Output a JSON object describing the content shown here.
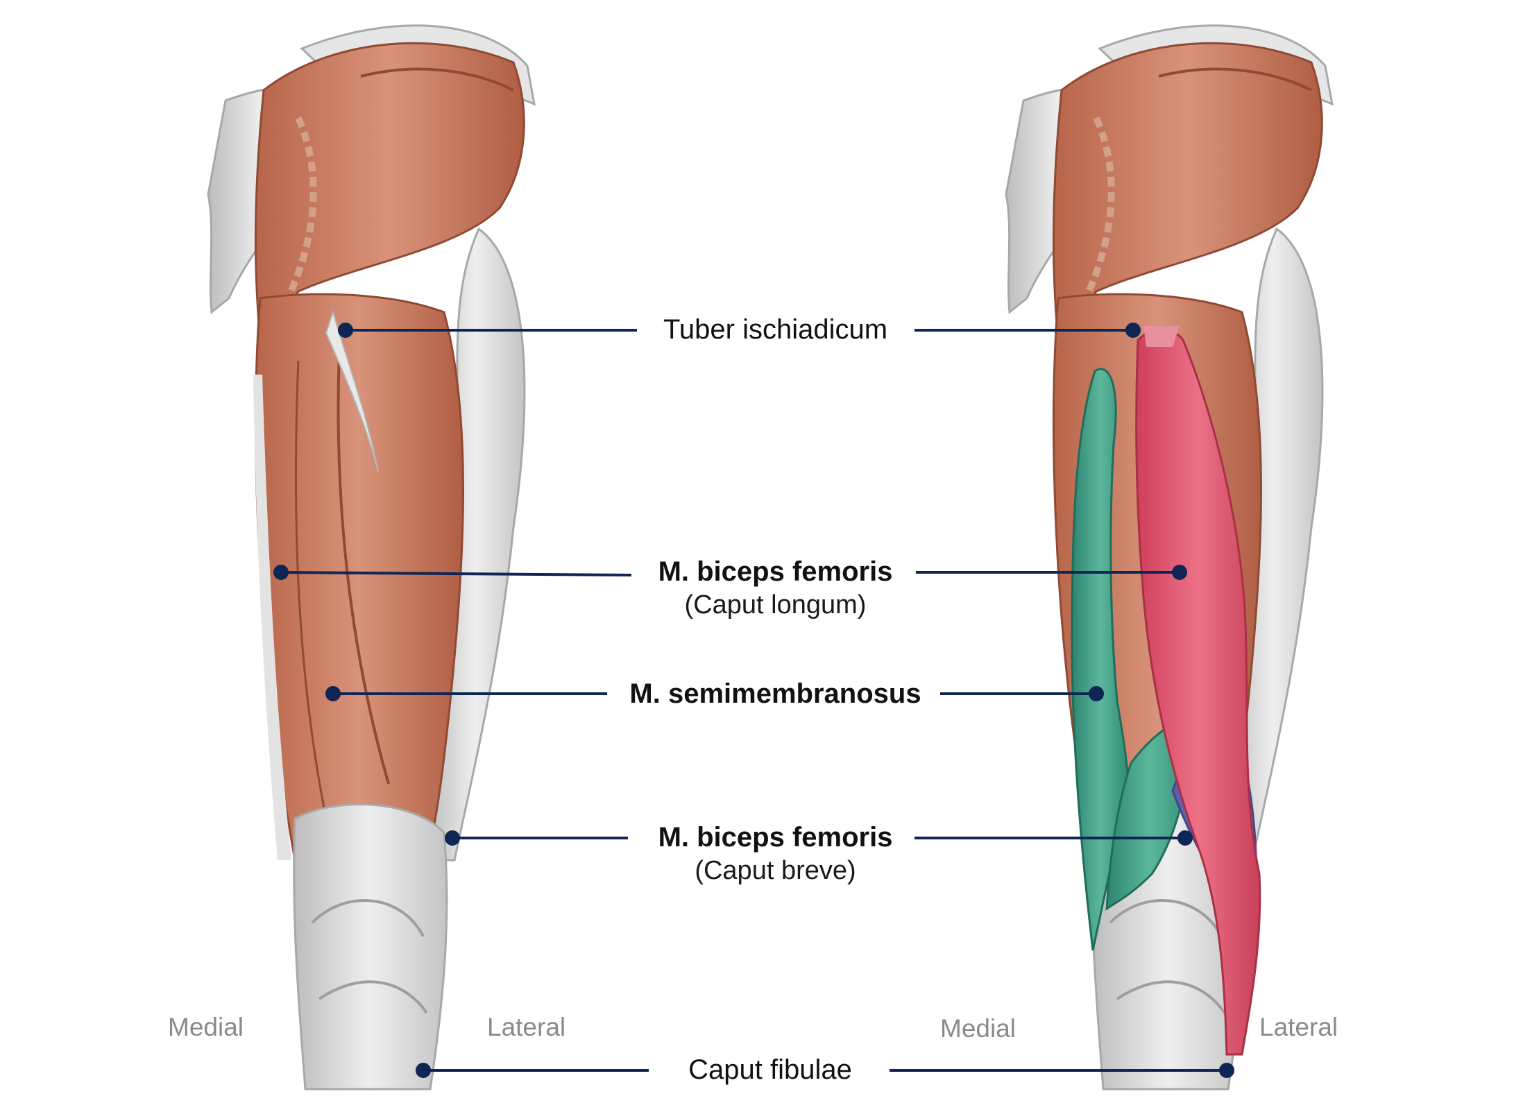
{
  "labels": {
    "tuber": {
      "main": "Tuber ischiadicum"
    },
    "biceps_long": {
      "main": "M. biceps femoris",
      "sub": "(Caput longum)"
    },
    "semimembranosus": {
      "main": "M. semimembranosus"
    },
    "biceps_short": {
      "main": "M. biceps femoris",
      "sub": "(Caput breve)"
    },
    "fibulae": {
      "main": "Caput fibulae"
    }
  },
  "orientation": {
    "left_medial": "Medial",
    "left_lateral": "Lateral",
    "right_medial": "Medial",
    "right_lateral": "Lateral"
  },
  "colors": {
    "leader_line": "#0f2553",
    "muscle": "#c97a5c",
    "tendon": "#d9d9d9",
    "highlight_biceps_long": "#e0566e",
    "highlight_semimembranosus": "#3e9a82",
    "highlight_biceps_short": "#7274b8"
  }
}
